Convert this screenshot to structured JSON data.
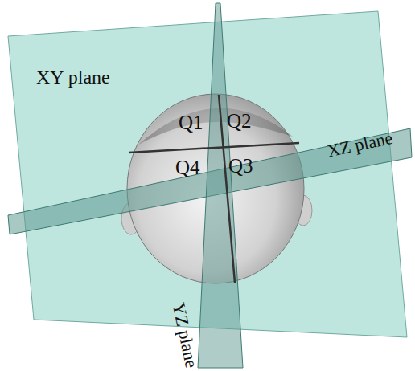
{
  "diagram": {
    "labels": [
      "XY plane",
      "Q1",
      "Q2",
      "Q4",
      "Q3",
      "XZ plane",
      "YZ plane"
    ]
  }
}
